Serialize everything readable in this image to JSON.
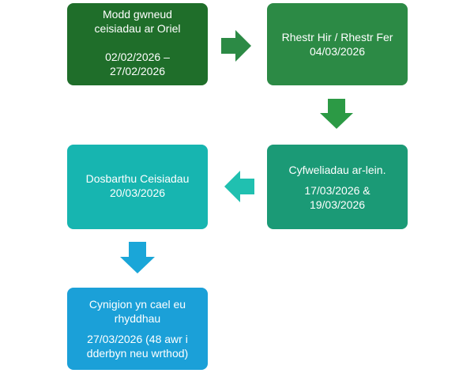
{
  "steps": [
    {
      "lines": [
        "Modd gwneud ceisiadau ar Oriel",
        "02/02/2026 – 27/02/2026"
      ],
      "color": "#1f6e2a"
    },
    {
      "lines": [
        "Rhestr Hir / Rhestr Fer",
        "04/03/2026"
      ],
      "color": "#2c8a45"
    },
    {
      "lines": [
        "Cyfweliadau ar-lein.",
        "17/03/2026 & 19/03/2026"
      ],
      "color": "#1b9a76"
    },
    {
      "lines": [
        "Dosbarthu Ceisiadau",
        "20/03/2026"
      ],
      "color": "#17b5b0"
    },
    {
      "lines": [
        "Cynigion yn cael eu rhyddhau",
        "27/03/2026 (48 awr i dderbyn neu wrthod)"
      ],
      "color": "#1ba0d8"
    }
  ],
  "arrows": [
    {
      "direction": "right",
      "color": "#2c8a45"
    },
    {
      "direction": "down",
      "color": "#2c9a45"
    },
    {
      "direction": "left",
      "color": "#20c0b0"
    },
    {
      "direction": "down",
      "color": "#1aa6d8"
    }
  ]
}
